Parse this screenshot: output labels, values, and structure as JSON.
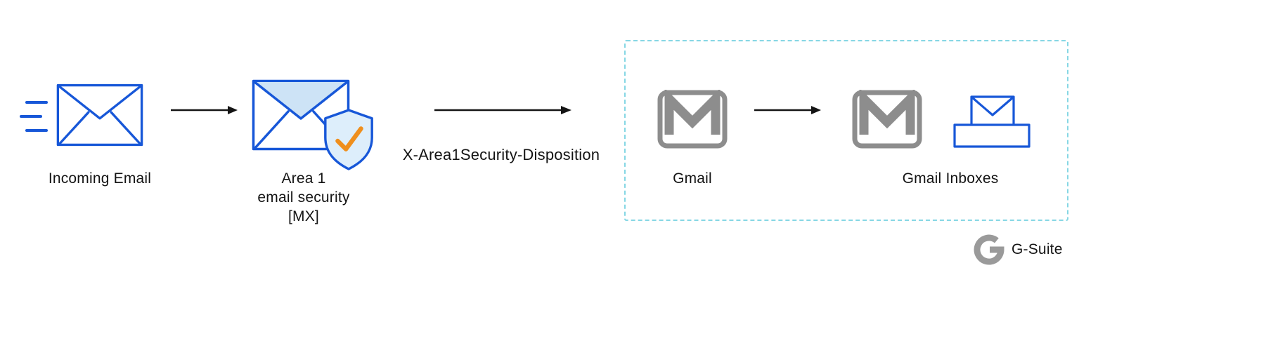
{
  "diagram": {
    "nodes": {
      "incoming_email": {
        "label": "Incoming Email"
      },
      "area1": {
        "lines": [
          "Area 1",
          "email security",
          "[MX]"
        ]
      },
      "gmail": {
        "label": "Gmail"
      },
      "gmail_inboxes": {
        "label": "Gmail Inboxes"
      }
    },
    "edges": {
      "disposition_label": "X-Area1Security-Disposition"
    },
    "footer": {
      "brand": "G-Suite"
    }
  },
  "icons": {
    "speed_lines": "speed-lines-icon",
    "incoming_envelope": "envelope-icon",
    "area1_envelope": "envelope-icon",
    "area1_shield": "shield-check-icon",
    "gmail": "gmail-envelope-icon",
    "inbox_tray": "inbox-tray-icon",
    "g_logo": "g-logo-icon",
    "flow_arrow": "arrow-right-icon"
  },
  "colors": {
    "blue": "#1757d8",
    "light_blue": "#cde3f6",
    "shield_fill": "#ddeefb",
    "orange": "#ef8f1d",
    "gray": "#8d8d8d",
    "g_logo_gray": "#9a9a9a",
    "dashed_border": "#86d7e4",
    "arrow": "#141414",
    "text": "#141414"
  }
}
